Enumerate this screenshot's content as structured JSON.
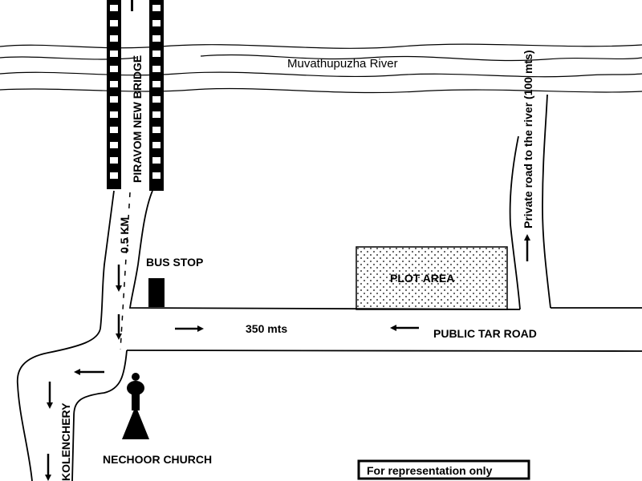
{
  "map": {
    "river_label": "Muvathupuzha River",
    "bridge_label": "PIRAVOM NEW BRIDGE",
    "distance_bridge": "0.5 KM",
    "bus_stop_label": "BUS STOP",
    "plot_label": "PLOT AREA",
    "distance_road": "350 mts",
    "road_label": "PUBLIC TAR ROAD",
    "private_road_label": "Private road to the river (100 mts)",
    "kolenchery_label": "KOLENCHERY",
    "church_label": "NECHOOR CHURCH",
    "disclaimer": "For representation only"
  }
}
